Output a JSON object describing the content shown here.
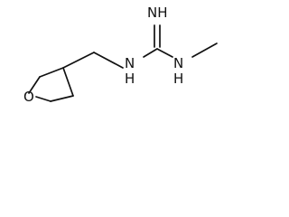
{
  "molecule": {
    "atoms": {
      "oxygen": "O",
      "imine": "NH",
      "amine_left": "N",
      "amine_left_h": "H",
      "amine_right": "N",
      "amine_right_h": "H"
    },
    "colors": {
      "bond": "#111111",
      "background": "#ffffff"
    }
  }
}
